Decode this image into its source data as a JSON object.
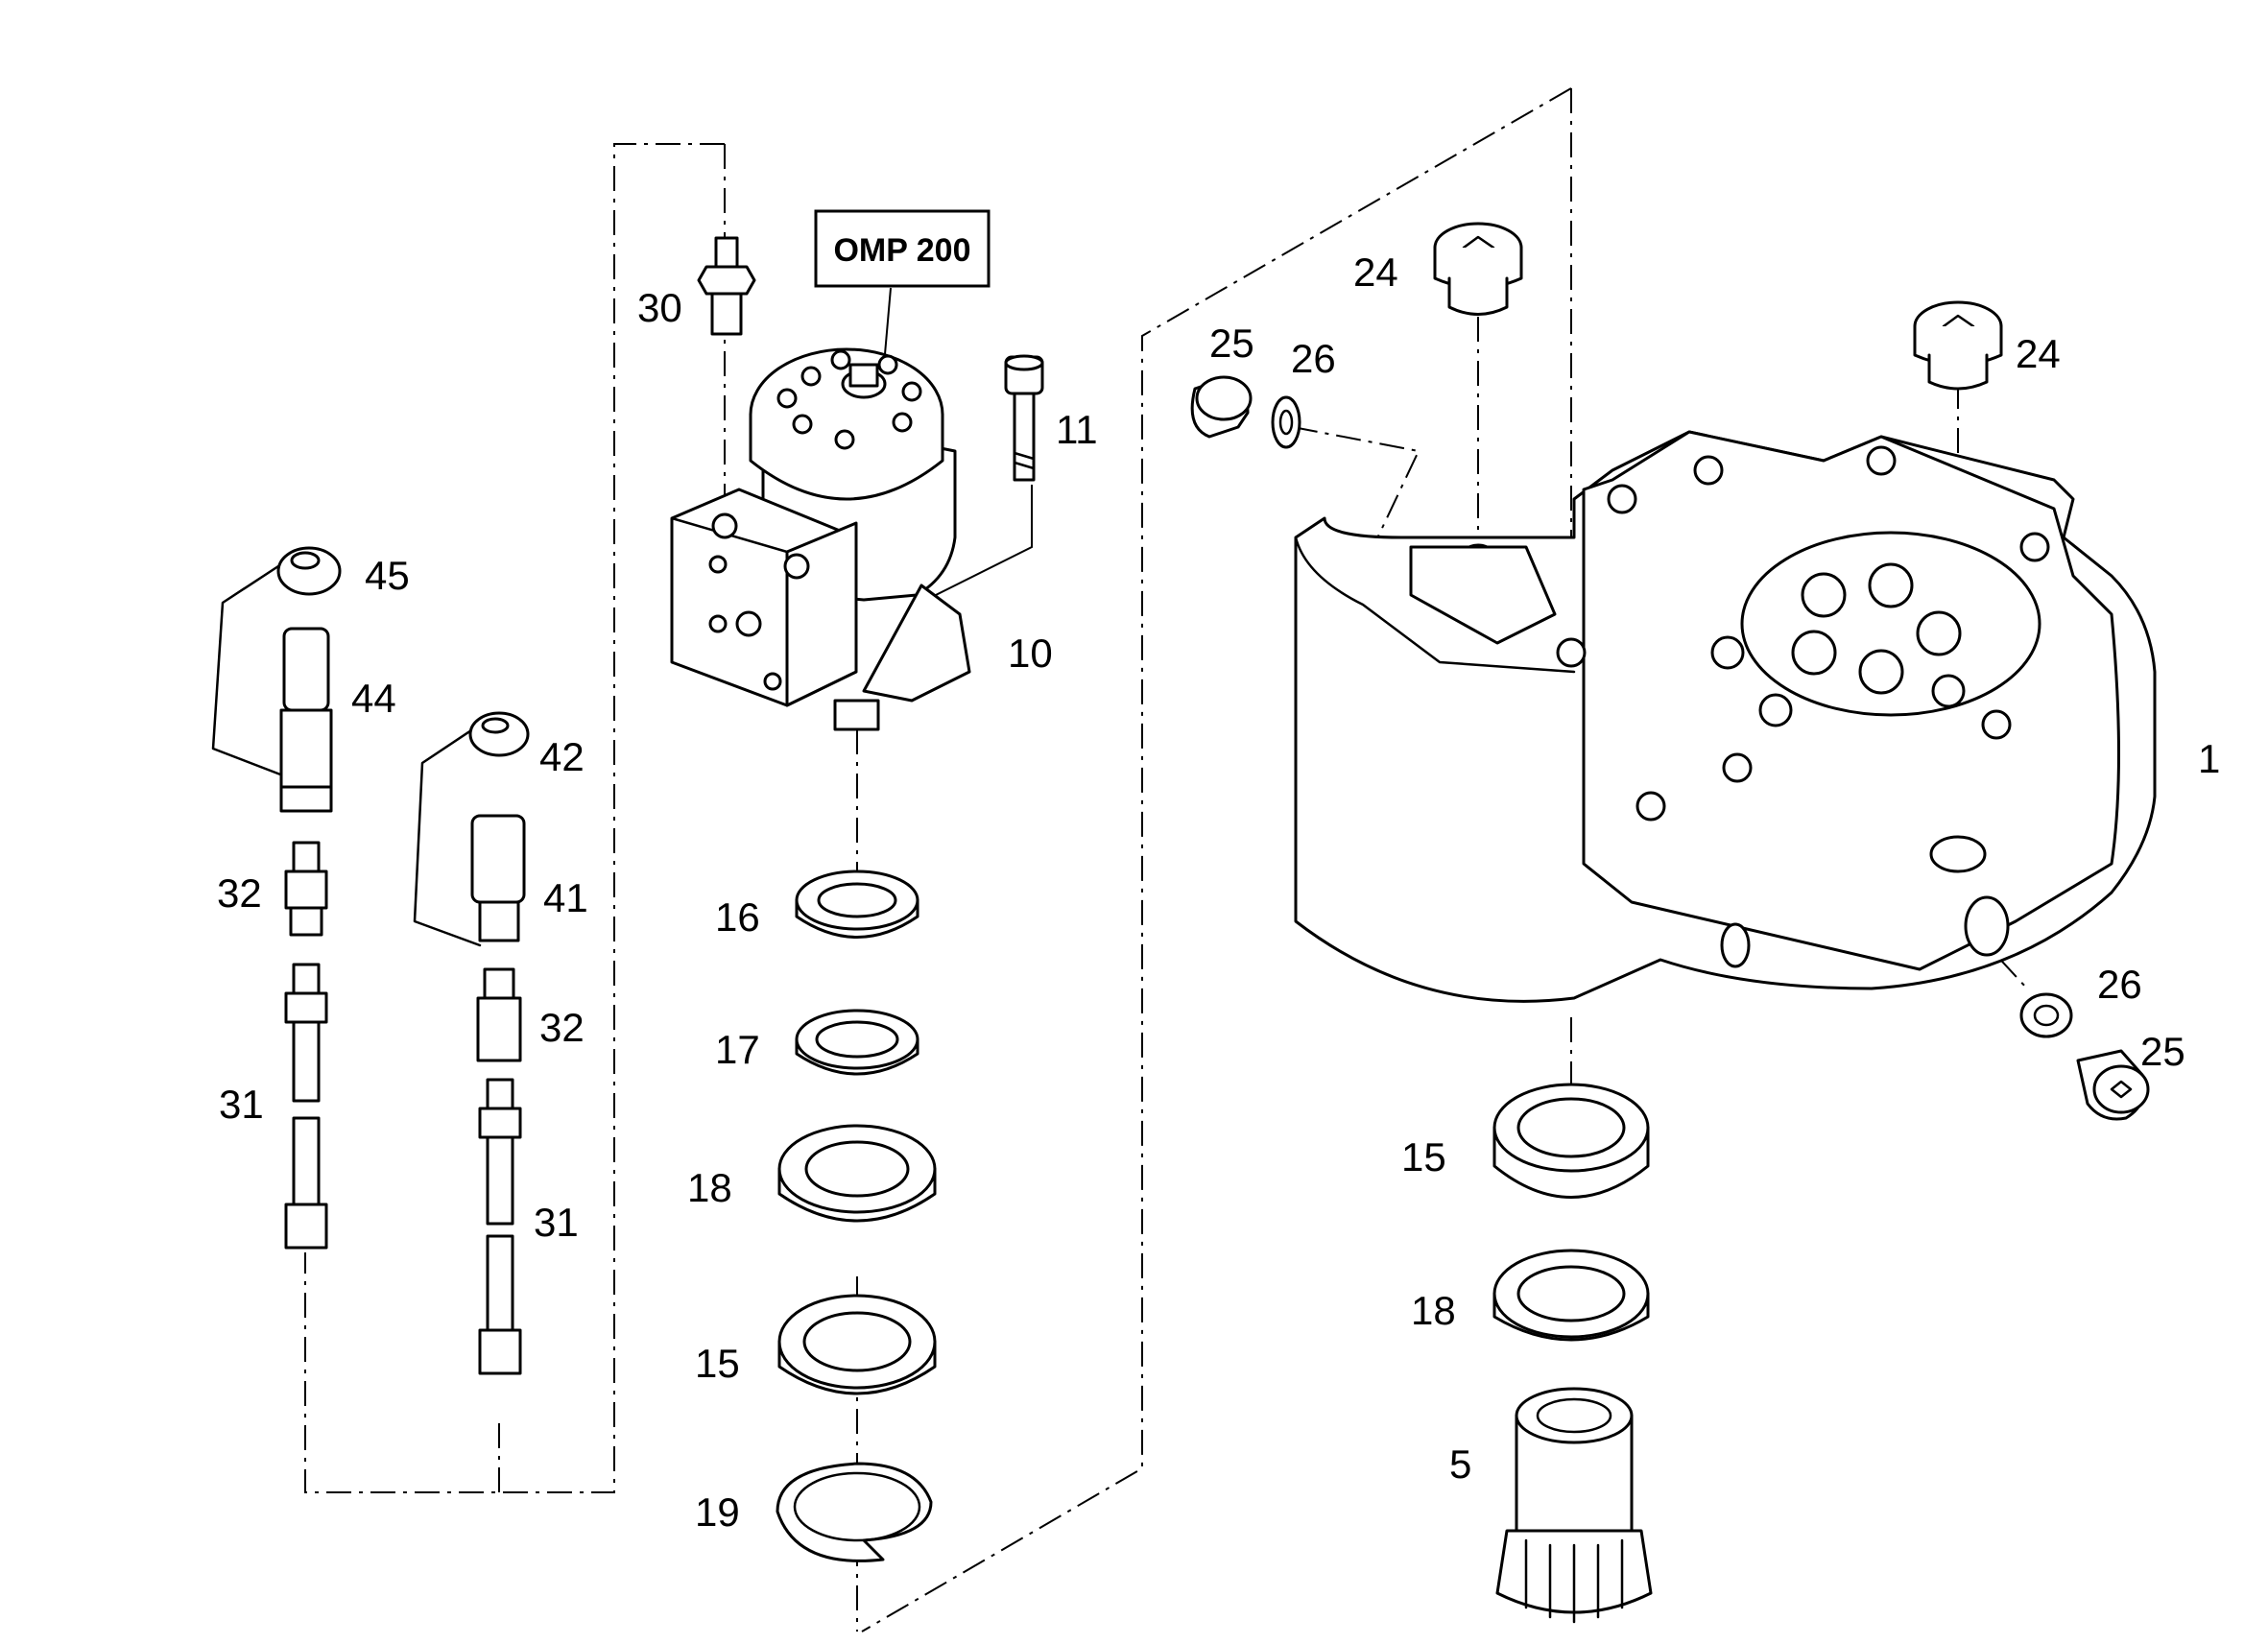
{
  "model_label": "OMP 200",
  "callouts": {
    "c1": "1",
    "c5": "5",
    "c10": "10",
    "c11": "11",
    "c15_left": "15",
    "c15_right": "15",
    "c16": "16",
    "c17": "17",
    "c18_left": "18",
    "c18_right": "18",
    "c19": "19",
    "c24_left": "24",
    "c24_right": "24",
    "c25_top": "25",
    "c25_bottom": "25",
    "c26_top": "26",
    "c26_bottom": "26",
    "c30": "30",
    "c31_left": "31",
    "c31_right": "31",
    "c32_left": "32",
    "c32_right": "32",
    "c41": "41",
    "c42": "42",
    "c44": "44",
    "c45": "45"
  }
}
